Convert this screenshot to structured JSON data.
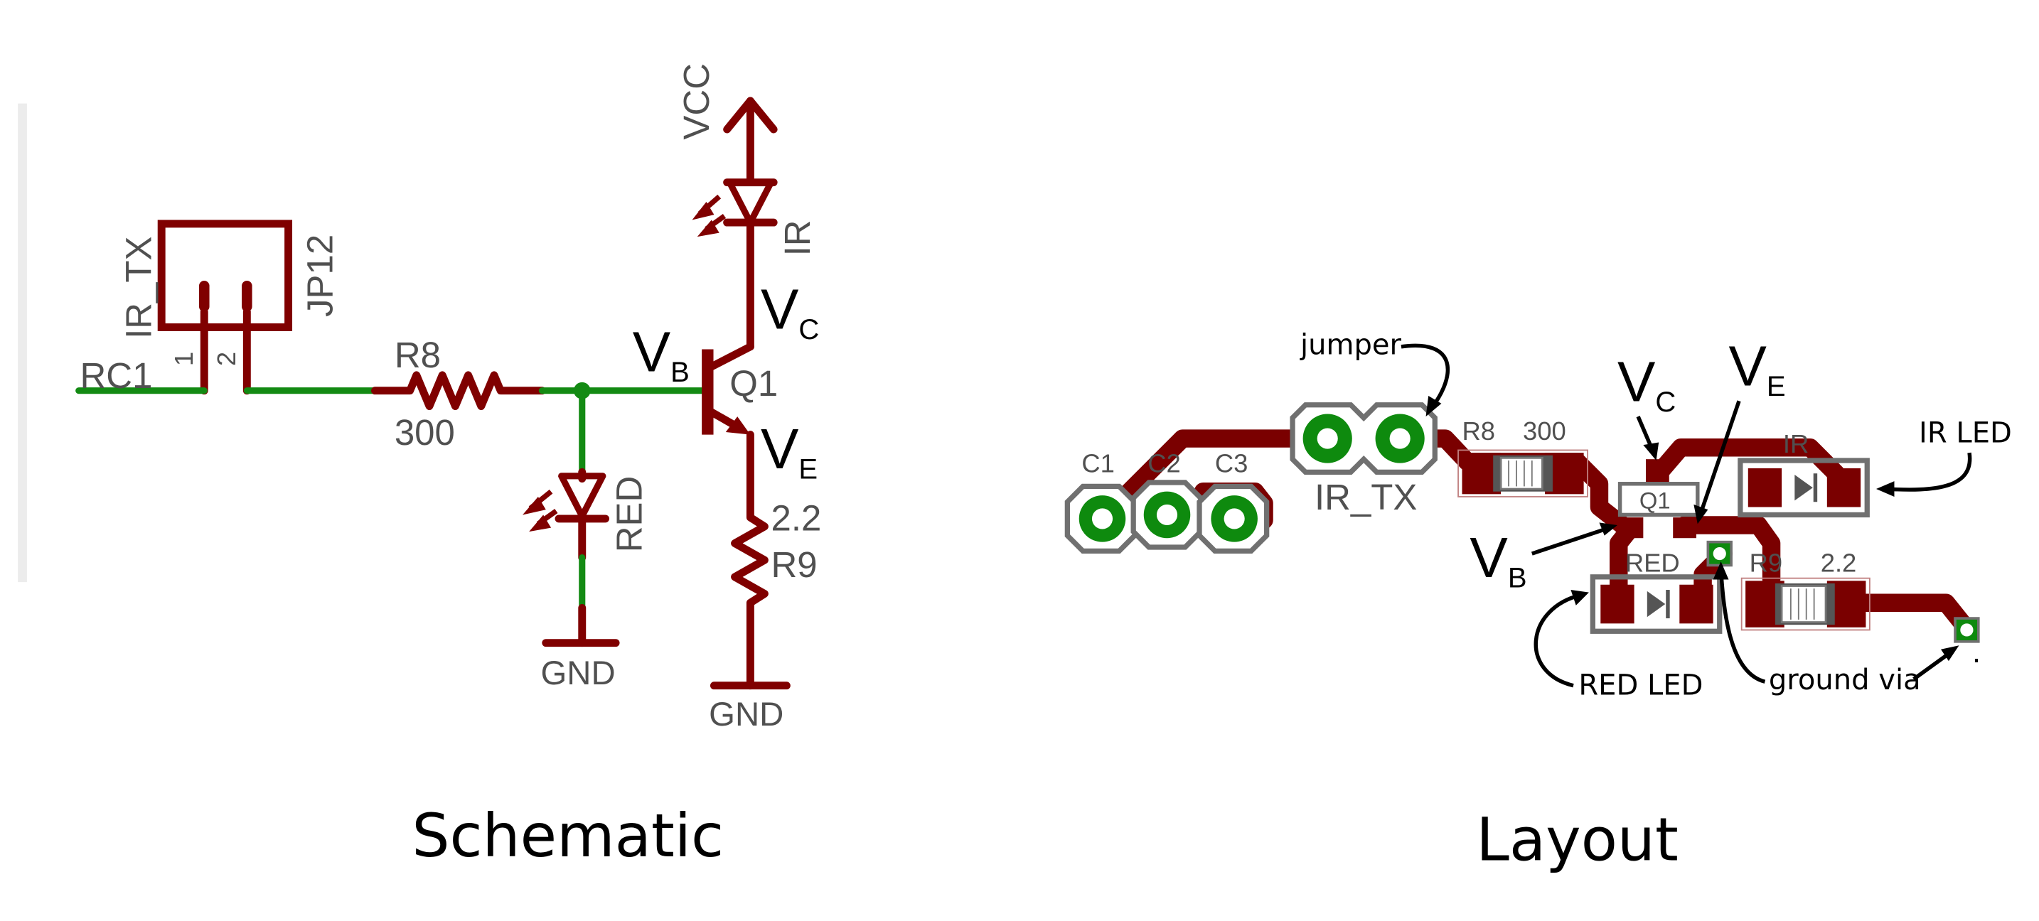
{
  "schematic": {
    "caption": "Schematic",
    "vcc": "VCC",
    "ir": "IR",
    "vc_main": "V",
    "vc_sub": "C",
    "vb_main": "V",
    "vb_sub": "B",
    "ve_main": "V",
    "ve_sub": "E",
    "q1": "Q1",
    "ir_tx": "IR_TX",
    "jp12": "JP12",
    "pin1": "1",
    "pin2": "2",
    "rc1": "RC1",
    "r8": "R8",
    "r8_value": "300",
    "red": "RED",
    "r9_value": "2.2",
    "r9": "R9",
    "gnd_left": "GND",
    "gnd_right": "GND"
  },
  "layout": {
    "caption": "Layout",
    "jumper": "jumper",
    "c1": "C1",
    "c2": "C2",
    "c3": "C3",
    "ir_tx": "IR_TX",
    "r8": "R8",
    "r8_value": "300",
    "vc_main": "V",
    "vc_sub": "C",
    "ve_main": "V",
    "ve_sub": "E",
    "vb_main": "V",
    "vb_sub": "B",
    "q1": "Q1",
    "ir": "IR",
    "ir_led": "IR LED",
    "red": "RED",
    "r9": "R9",
    "r9_value": "2.2",
    "red_led": "RED LED",
    "ground_via": "ground via",
    "dot": "."
  },
  "colors": {
    "wire_red": "#800000",
    "wire_green": "#138a13",
    "trace": "#7a0000",
    "pad_green": "#0e8a0e",
    "silkscreen": "#6e6e6e"
  }
}
